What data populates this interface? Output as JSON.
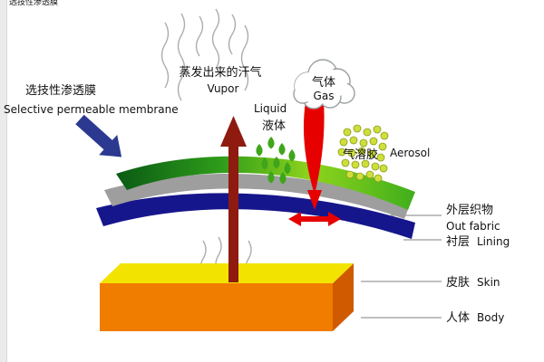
{
  "corner_fragment": "选技性渗透膜",
  "labels": {
    "membrane": {
      "cn": "选技性渗透膜",
      "en": "Selective permeable membrane"
    },
    "vapor": {
      "cn": "蒸发出来的汗气",
      "en": "Vupor"
    },
    "liquid": {
      "en": "Liquid",
      "cn": "液体"
    },
    "gas": {
      "cn": "气体",
      "en": "Gas"
    },
    "aerosol": {
      "cn": "气溶胶",
      "en": "Aerosol"
    },
    "out_fabric": {
      "cn": "外层织物",
      "en": "Out fabric"
    },
    "lining": {
      "cn": "衬层",
      "en": "Lining"
    },
    "skin": {
      "cn": "皮肤",
      "en": "Skin"
    },
    "body": {
      "cn": "人体",
      "en": "Body"
    }
  },
  "colors": {
    "membrane_green": "#3faf1c",
    "outer_gray": "#9e9e9e",
    "lining_blue": "#16168c",
    "skin_yellow": "#f2e400",
    "body_orange": "#f07c00",
    "body_side_orange": "#cf5a00",
    "vapor_arrow": "#8e1a10",
    "gas_arrow": "#e60000",
    "membrane_arrow_blue": "#2b3990",
    "aerosol_dot": "#cfdf3a",
    "liquid_green": "#3fa51a"
  }
}
